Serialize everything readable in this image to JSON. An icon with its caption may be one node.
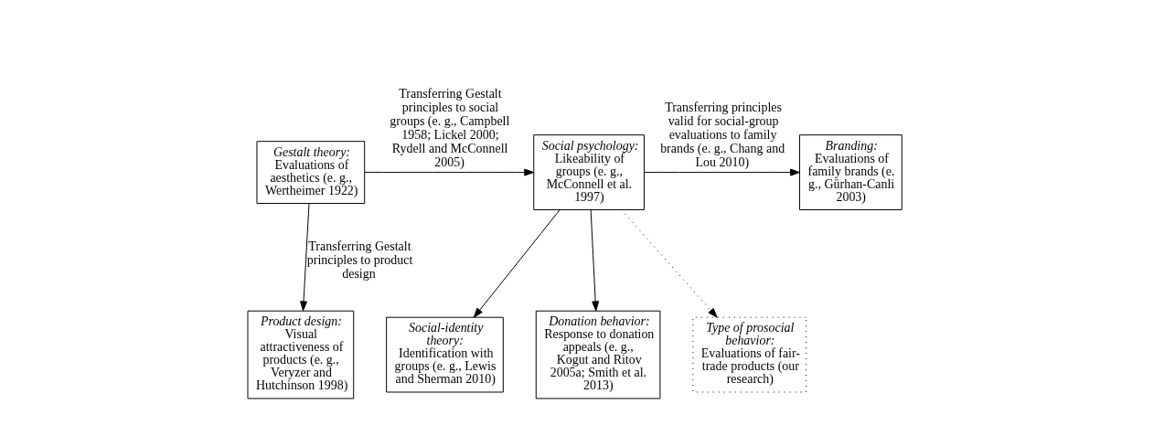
{
  "diagram": {
    "nodes": [
      {
        "text": [
          "Gestalt theory:",
          "Evaluations of aesthetics (e. g., Wertheimer 1922)"
        ]
      },
      {
        "text": [
          "Social psychology:",
          "Likeability of groups (e. g., McConnell et al. 1997)"
        ]
      },
      {
        "text": [
          "Branding:",
          "Evaluations of family brands (e. g., Gürhan-Canli 2003)"
        ]
      },
      {
        "text": [
          "Product design:",
          "Visual attractiveness of products (e. g., Veryzer and Hutchinson 1998)"
        ]
      },
      {
        "text": [
          "Social-identity theory:",
          "Identification with groups (e. g., Lewis and Sherman 2010)"
        ]
      },
      {
        "text": [
          "Donation behavior:",
          "Response to donation appeals (e. g., Kogut and Ritov 2005a; Smith et al. 2013)"
        ]
      },
      {
        "text": [
          "Type of prosocial behavior:",
          "Evaluations of fair-trade products (our research)"
        ]
      }
    ],
    "edges": [
      {
        "from": 0,
        "to": 1,
        "arrow": "to",
        "label": "Transferring Gestalt principles to social groups (e. g., Campbell 1958; Lickel 2000; Rydell and McConnell 2005)"
      },
      {
        "from": 1,
        "to": 2,
        "arrow": "to",
        "label": "Transferring principles valid for social-group evaluations to family brands (e. g., Chang and Lou 2010)"
      },
      {
        "from": 0,
        "to": 3,
        "arrow": "to",
        "label": "Transferring Gestalt principles to product design"
      },
      {
        "from": 1,
        "to": 4,
        "arrow": "to"
      },
      {
        "from": 1,
        "to": 5,
        "arrow": "to"
      },
      {
        "from": 1,
        "to": 6,
        "arrow": "to",
        "style": "dashed"
      }
    ]
  }
}
